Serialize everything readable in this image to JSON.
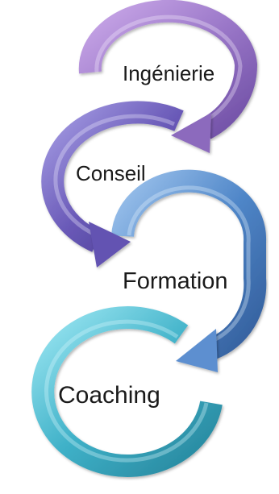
{
  "diagram": {
    "steps": [
      {
        "label": "Ingénierie",
        "color": "#8f6fbf"
      },
      {
        "label": "Conseil",
        "color": "#6a5ab8"
      },
      {
        "label": "Formation",
        "color": "#4f86c8"
      },
      {
        "label": "Coaching",
        "color": "#3fb1c8"
      }
    ]
  }
}
